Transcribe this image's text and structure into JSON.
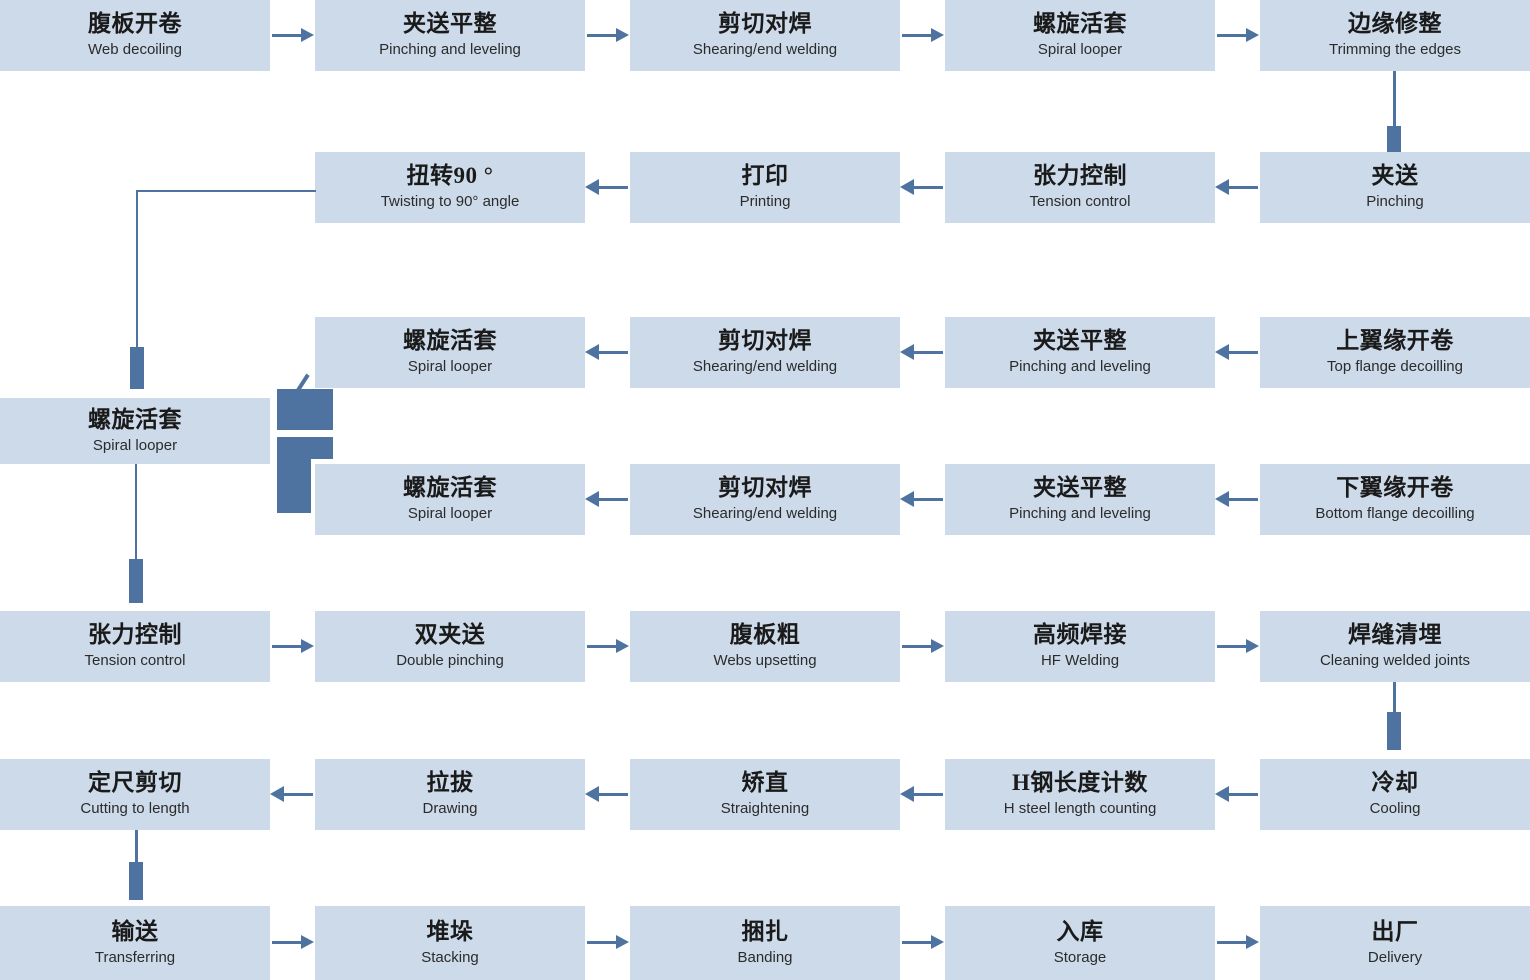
{
  "diagram": {
    "title": "H-steel production line process flow",
    "colors": {
      "node_fill": "#ccdaea",
      "connector": "#4f73a0",
      "text": "#1a1a1a",
      "background": "#ffffff"
    },
    "nodes": [
      {
        "id": "n1",
        "cn": "腹板开卷",
        "en": "Web decoiling",
        "row": 1,
        "col": 1
      },
      {
        "id": "n2",
        "cn": "夹送平整",
        "en": "Pinching and leveling",
        "row": 1,
        "col": 2
      },
      {
        "id": "n3",
        "cn": "剪切对焊",
        "en": "Shearing/end welding",
        "row": 1,
        "col": 3
      },
      {
        "id": "n4",
        "cn": "螺旋活套",
        "en": "Spiral looper",
        "row": 1,
        "col": 4
      },
      {
        "id": "n5",
        "cn": "边缘修整",
        "en": "Trimming the edges",
        "row": 1,
        "col": 5
      },
      {
        "id": "n6",
        "cn": "扭转90 °",
        "en": "Twisting to 90° angle",
        "row": 2,
        "col": 2
      },
      {
        "id": "n7",
        "cn": "打印",
        "en": "Printing",
        "row": 2,
        "col": 3
      },
      {
        "id": "n8",
        "cn": "张力控制",
        "en": "Tension control",
        "row": 2,
        "col": 4
      },
      {
        "id": "n9",
        "cn": "夹送",
        "en": "Pinching",
        "row": 2,
        "col": 5
      },
      {
        "id": "n10",
        "cn": "螺旋活套",
        "en": "Spiral looper",
        "row": 3,
        "col": 2
      },
      {
        "id": "n11",
        "cn": "剪切对焊",
        "en": "Shearing/end welding",
        "row": 3,
        "col": 3
      },
      {
        "id": "n12",
        "cn": "夹送平整",
        "en": "Pinching and leveling",
        "row": 3,
        "col": 4
      },
      {
        "id": "n13",
        "cn": "上翼缘开卷",
        "en": "Top flange decoilling",
        "row": 3,
        "col": 5
      },
      {
        "id": "n14",
        "cn": "螺旋活套",
        "en": "Spiral looper",
        "row": 0,
        "col": 1
      },
      {
        "id": "n15",
        "cn": "螺旋活套",
        "en": "Spiral looper",
        "row": 4,
        "col": 2
      },
      {
        "id": "n16",
        "cn": "剪切对焊",
        "en": "Shearing/end welding",
        "row": 4,
        "col": 3
      },
      {
        "id": "n17",
        "cn": "夹送平整",
        "en": "Pinching and leveling",
        "row": 4,
        "col": 4
      },
      {
        "id": "n18",
        "cn": "下翼缘开卷",
        "en": "Bottom flange decoilling",
        "row": 4,
        "col": 5
      },
      {
        "id": "n19",
        "cn": "张力控制",
        "en": "Tension control",
        "row": 5,
        "col": 1
      },
      {
        "id": "n20",
        "cn": "双夹送",
        "en": "Double pinching",
        "row": 5,
        "col": 2
      },
      {
        "id": "n21",
        "cn": "腹板粗",
        "en": "Webs upsetting",
        "row": 5,
        "col": 3
      },
      {
        "id": "n22",
        "cn": "高频焊接",
        "en": "HF Welding",
        "row": 5,
        "col": 4
      },
      {
        "id": "n23",
        "cn": "焊缝清埋",
        "en": "Cleaning welded joints",
        "row": 5,
        "col": 5
      },
      {
        "id": "n24",
        "cn": "定尺剪切",
        "en": "Cutting to length",
        "row": 6,
        "col": 1
      },
      {
        "id": "n25",
        "cn": "拉拔",
        "en": "Drawing",
        "row": 6,
        "col": 2
      },
      {
        "id": "n26",
        "cn": "矫直",
        "en": "Straightening",
        "row": 6,
        "col": 3
      },
      {
        "id": "n27",
        "cn": "H钢长度计数",
        "en": "H steel length counting",
        "row": 6,
        "col": 4
      },
      {
        "id": "n28",
        "cn": "冷却",
        "en": "Cooling",
        "row": 6,
        "col": 5
      },
      {
        "id": "n29",
        "cn": "输送",
        "en": "Transferring",
        "row": 7,
        "col": 1
      },
      {
        "id": "n30",
        "cn": "堆垛",
        "en": "Stacking",
        "row": 7,
        "col": 2
      },
      {
        "id": "n31",
        "cn": "捆扎",
        "en": "Banding",
        "row": 7,
        "col": 3
      },
      {
        "id": "n32",
        "cn": "入库",
        "en": "Storage",
        "row": 7,
        "col": 4
      },
      {
        "id": "n33",
        "cn": "出厂",
        "en": "Delivery",
        "row": 7,
        "col": 5
      }
    ],
    "flow_sequence": [
      "腹板开卷",
      "夹送平整",
      "剪切对焊",
      "螺旋活套",
      "边缘修整",
      "夹送",
      "张力控制",
      "打印",
      "扭转90 °",
      "螺旋活套",
      "张力控制",
      "双夹送",
      "腹板粗",
      "高频焊接",
      "焊缝清埋",
      "冷却",
      "H钢长度计数",
      "矫直",
      "拉拔",
      "定尺剪切",
      "输送",
      "堆垛",
      "捆扎",
      "入库",
      "出厂"
    ],
    "branch_top_flange": [
      "上翼缘开卷",
      "夹送平整",
      "剪切对焊",
      "螺旋活套",
      "螺旋活套"
    ],
    "branch_bottom_flange": [
      "下翼缘开卷",
      "夹送平整",
      "剪切对焊",
      "螺旋活套",
      "螺旋活套"
    ]
  }
}
